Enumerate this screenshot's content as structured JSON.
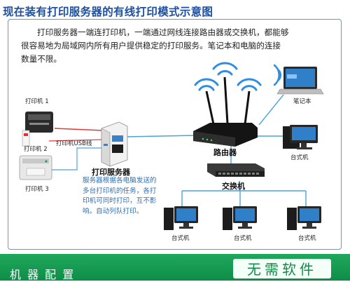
{
  "title": "现在装有打印服务器的有线打印模式示意图",
  "description": [
    "打印服务器一端连打印机，一端通过网线连接路由器或交换机，都能够",
    "很容易地为局域网内所有用户提供稳定的打印服务。笔记本和电脑的连接",
    "数量不限。"
  ],
  "labels": {
    "printer1": "打印机 1",
    "printer2": "打印机 2",
    "printer3": "打印机 3",
    "printer_usb": "打印机USB线",
    "print_server": "打印服务器",
    "router": "路由器",
    "switch": "交换机",
    "laptop": "笔记本",
    "desktop_right": "台式机",
    "desktop_1": "台式机",
    "desktop_2": "台式机",
    "desktop_3": "台式机"
  },
  "server_note": "服务器根据各电脑发送的多台打印机的任务，各打印机可同时打印，互不影响。自动列队打印。",
  "footer": {
    "left_text": "机 器 配 置",
    "right_text": "无需软件"
  },
  "colors": {
    "title": "#1d4fa0",
    "frame": "#4aa3df",
    "usb_cable": "#e03a3a",
    "network_cable": "#4aa3df",
    "note": "#2d6fb6",
    "footer_green": "#0f8d48"
  }
}
